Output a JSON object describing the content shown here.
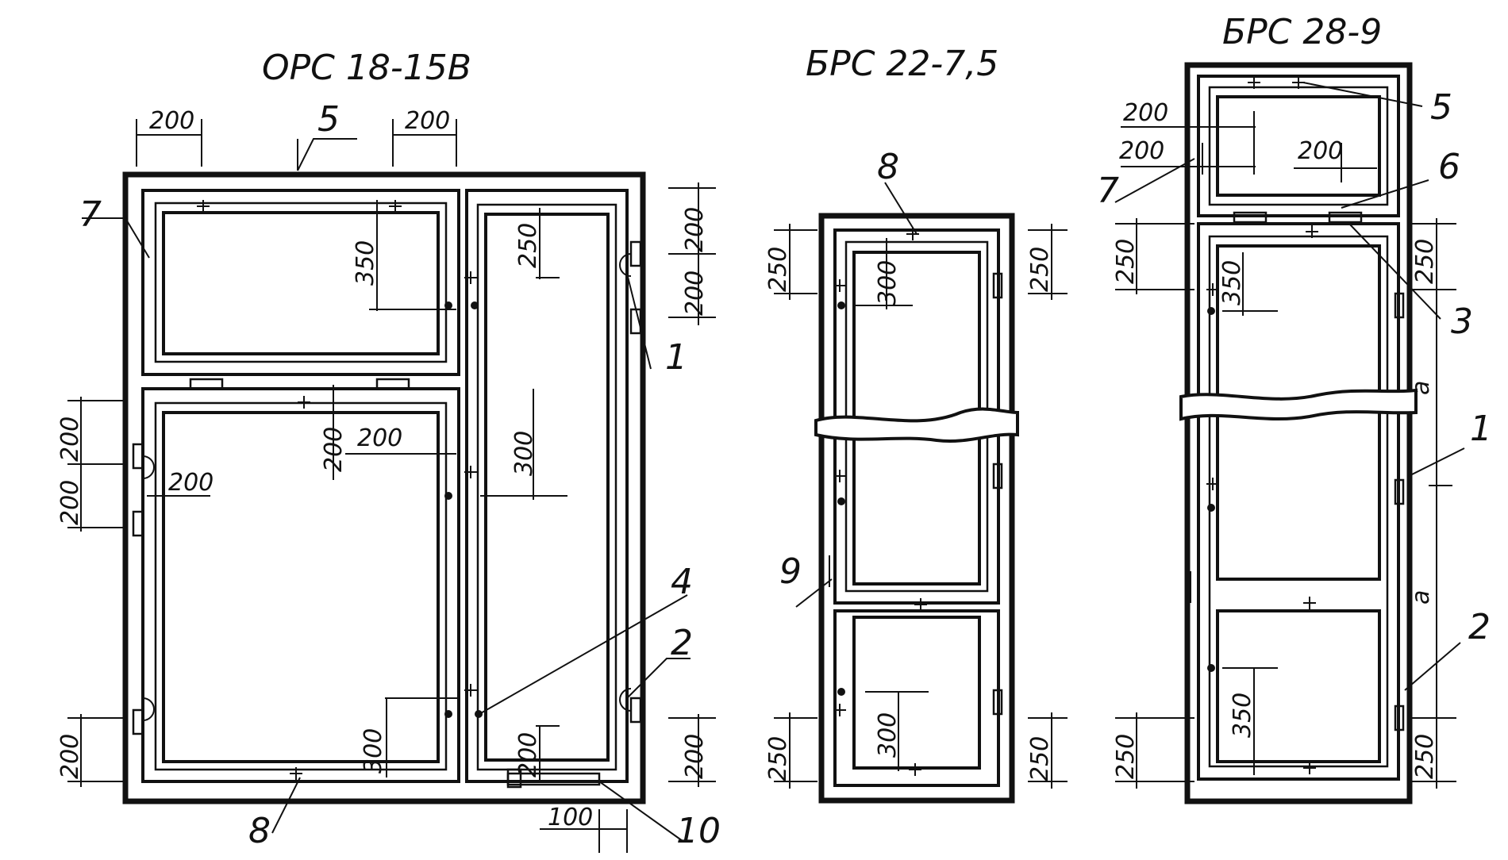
{
  "titles": {
    "ors": "ОРС 18-15В",
    "brs22": "БРС 22-7,5",
    "brs28": "БРС 28-9"
  },
  "dims": {
    "d200": "200",
    "d250": "250",
    "d300": "300",
    "d350": "350",
    "d100": "100",
    "a": "a"
  },
  "callouts": {
    "c1": "1",
    "c2": "2",
    "c3": "3",
    "c4": "4",
    "c5": "5",
    "c6": "6",
    "c7": "7",
    "c8": "8",
    "c9": "9",
    "c10": "10"
  }
}
